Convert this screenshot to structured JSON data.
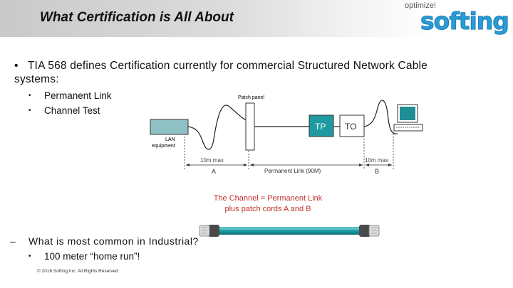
{
  "slide": {
    "title": "What Certification is All About"
  },
  "logo": {
    "tagline": "optimize!",
    "wordmark": "softing"
  },
  "content": {
    "main_bullet_marker": "•",
    "main_bullet": "TIA 568 defines Certification currently for commercial Structured Network Cable systems:",
    "sub_marker": "•",
    "sub_items": [
      "Permanent Link",
      "Channel Test"
    ],
    "dash_marker": "–",
    "dash_bullet": "What is most common in Industrial?",
    "dash_sub_item": "100 meter “home run”!"
  },
  "diagram": {
    "patch_panel_label": "Patch panel",
    "lan_label_line1": "LAN",
    "lan_label_line2": "equipment",
    "tp_label": "TP",
    "to_label": "TO",
    "left_max": "10m max",
    "right_max": "10m max",
    "left_cord": "A",
    "right_cord": "B",
    "permanent_link_label": "Permanent Link (90M)",
    "caption_line1": "The Channel = Permanent Link",
    "caption_line2": "plus patch cords A and B"
  },
  "footer": {
    "copyright": "© 2016 Softing Inc. All Rights Reserved"
  },
  "colors": {
    "caption": "#c0322d",
    "logo": "#2b9bd6",
    "lan_box": "#8fc1c4",
    "tp_box": "#1f9aa0",
    "cable": "#1b9ea4"
  }
}
